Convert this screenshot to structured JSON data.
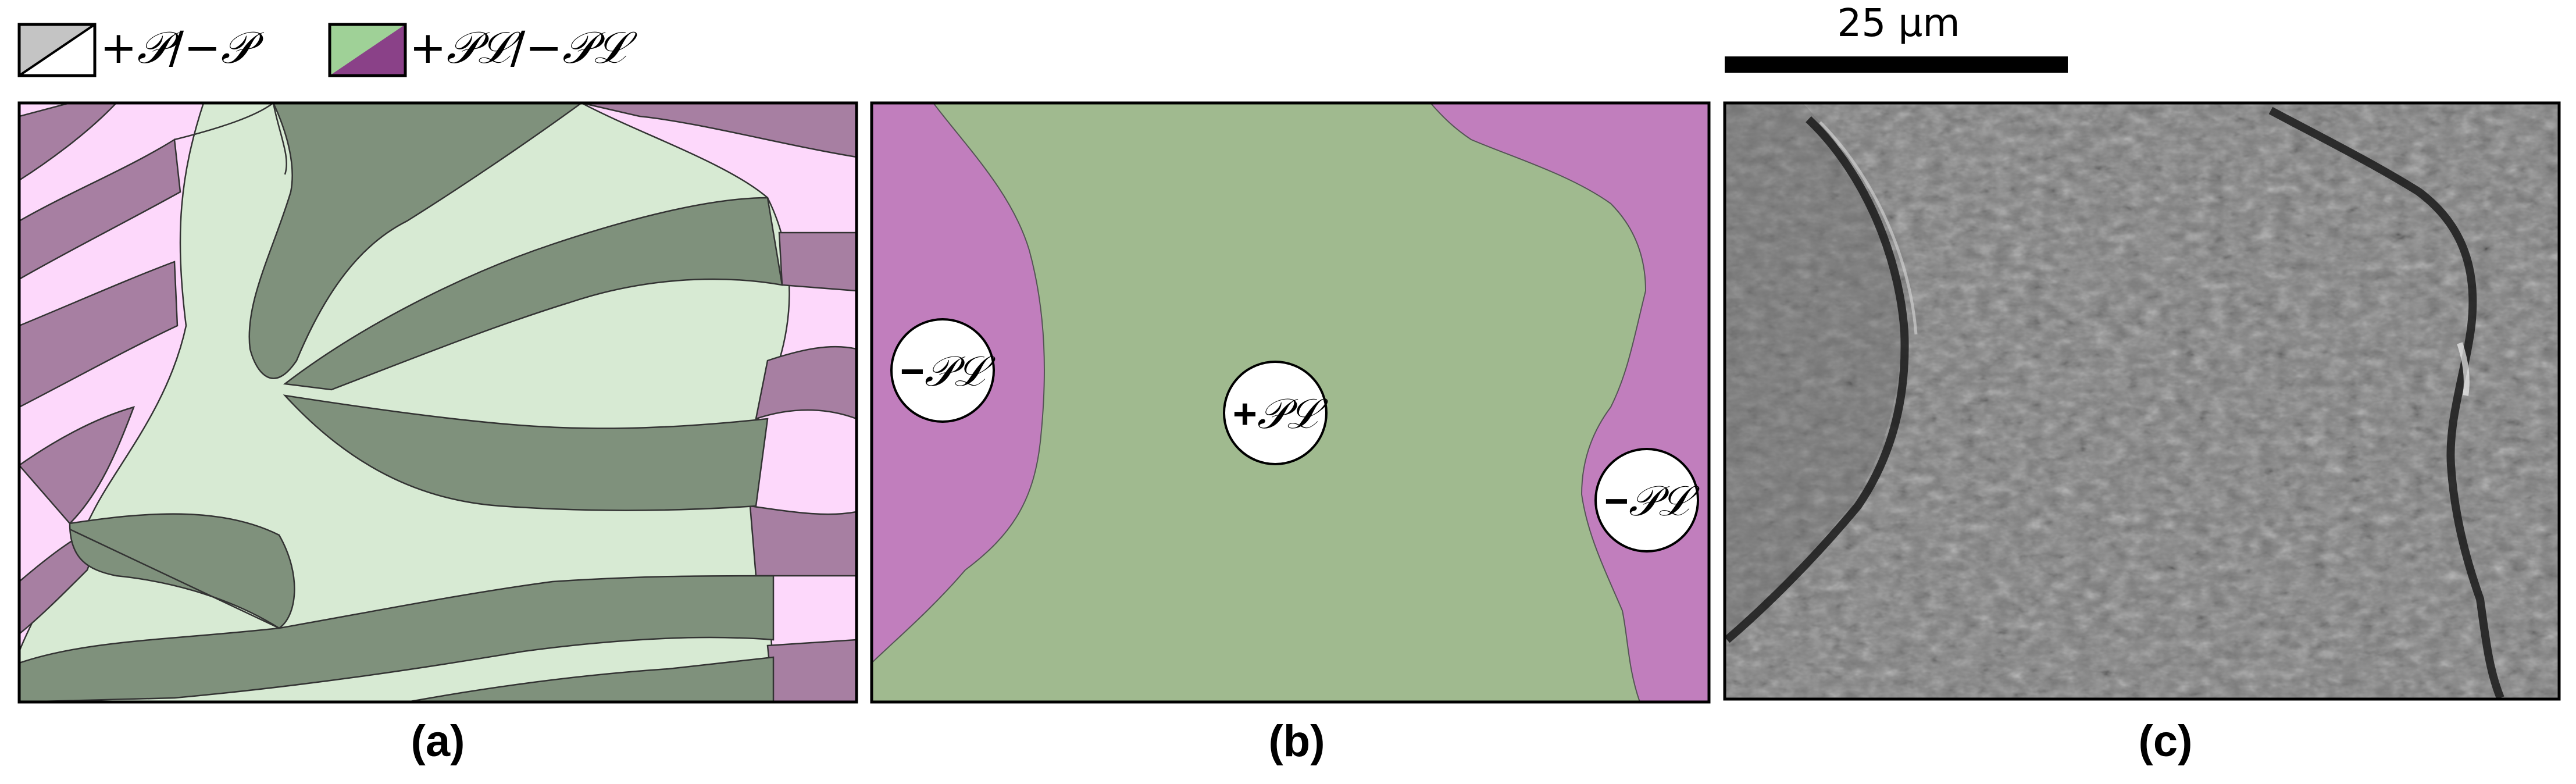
{
  "legend": {
    "item1": {
      "prefix": "+",
      "p1": "𝒫",
      "sep": "/−",
      "p2": "𝒫",
      "colors": [
        "#c4c4c4",
        "#ffffff"
      ]
    },
    "item2": {
      "prefix": "+",
      "p1": "𝒫ℒ",
      "sep": "/−",
      "p2": "𝒫ℒ",
      "colors": [
        "#9fd197",
        "#8a4188"
      ]
    }
  },
  "scale_bar": {
    "text": "25 μm"
  },
  "panels": {
    "a": {
      "label": "(a)"
    },
    "b": {
      "label": "(b)",
      "domains": [
        {
          "sign": "−",
          "symbol": "𝒫ℒ"
        },
        {
          "sign": "+",
          "symbol": "𝒫ℒ"
        },
        {
          "sign": "−",
          "symbol": "𝒫ℒ"
        }
      ]
    },
    "c": {
      "label": "(c)"
    }
  },
  "colors": {
    "light_green": "#d7ead3",
    "dark_green": "#7f917c",
    "light_pink": "#fdd8fb",
    "dark_mauve": "#a77fa2",
    "mid_green": "#a0ba8f",
    "purple": "#c17ebd"
  }
}
